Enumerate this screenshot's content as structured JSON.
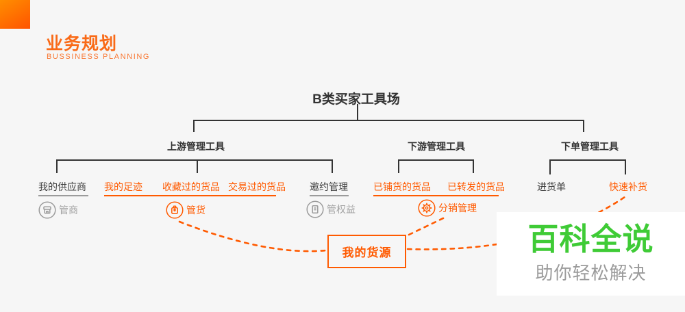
{
  "header": {
    "title": "业务规划",
    "subtitle": "BUSSINESS PLANNING"
  },
  "tree": {
    "root": "B类买家工具场",
    "branches": [
      {
        "label": "上游管理工具"
      },
      {
        "label": "下游管理工具"
      },
      {
        "label": "下单管理工具"
      }
    ],
    "leaves": {
      "supplier": "我的供应商",
      "footprints": "我的足迹",
      "favorited": "收藏过的货品",
      "traded": "交易过的货品",
      "invitation": "邀约管理",
      "stocked": "已铺货的货品",
      "forwarded": "已转发的货品",
      "purchase_order": "进货单",
      "quick_restock": "快速补货"
    },
    "groups": {
      "manage_merchants": "管商",
      "manage_goods": "管货",
      "manage_rights": "管权益",
      "distribution": "分销管理"
    },
    "hub": "我的货源"
  },
  "watermark": {
    "brand": "百科全说",
    "slogan": "助你轻松解决"
  },
  "icons": {
    "manage_merchants": "shop-icon",
    "manage_goods": "package-icon",
    "manage_rights": "certificate-icon",
    "distribution": "gear-icon"
  },
  "colors": {
    "accent_orange": "#ff5a00",
    "brand_green": "#3fcb36",
    "line_dark": "#333333",
    "muted_gray": "#9b9b9b",
    "background": "#f6f6f6"
  }
}
